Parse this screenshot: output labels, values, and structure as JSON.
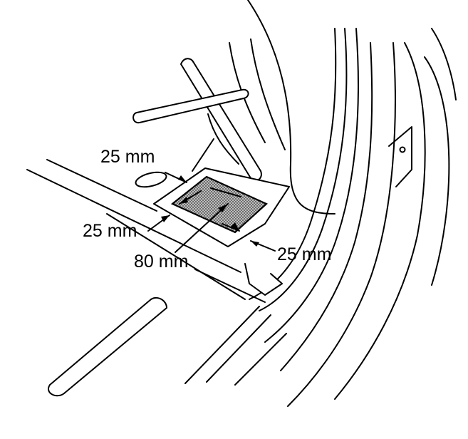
{
  "diagram": {
    "labels": {
      "top_margin": "25 mm",
      "left_margin": "25 mm",
      "center_length": "80 mm",
      "bottom_margin": "25 mm"
    },
    "colors": {
      "line": "#000000",
      "background": "#ffffff",
      "patch_fill": "#9a9a9a"
    }
  }
}
